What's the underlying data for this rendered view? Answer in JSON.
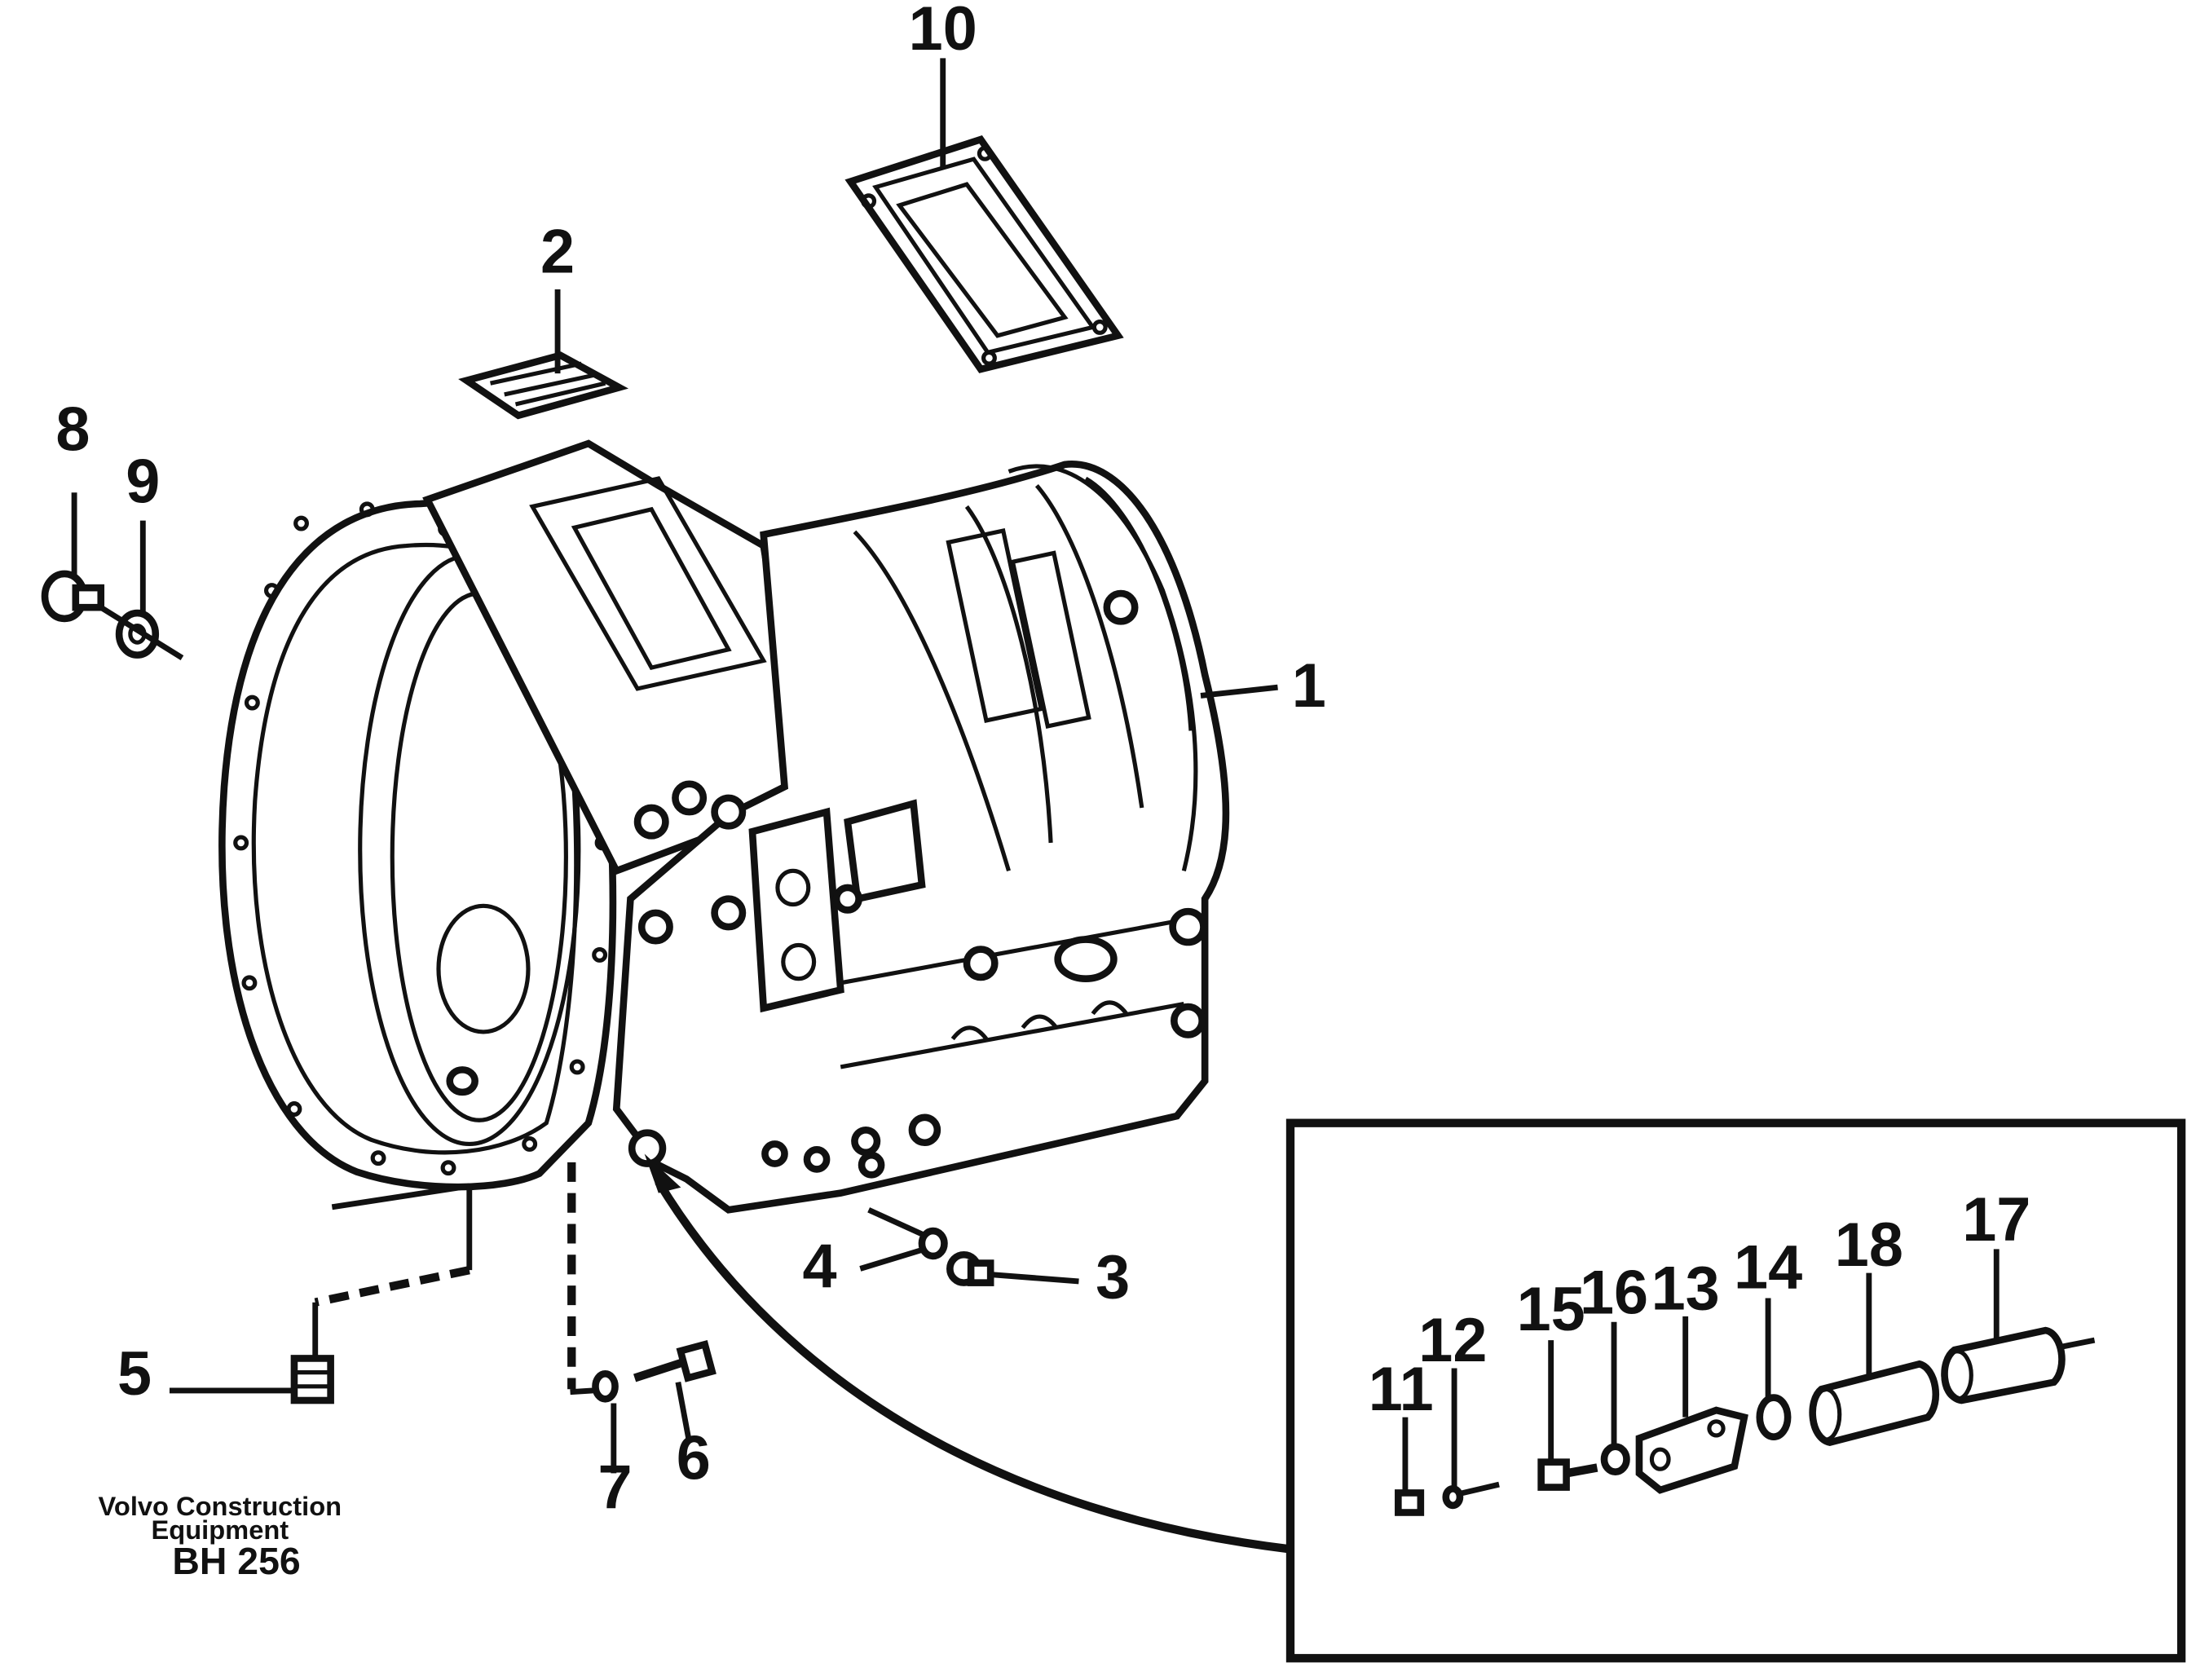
{
  "callouts": {
    "c1": "1",
    "c2": "2",
    "c3": "3",
    "c4": "4",
    "c5": "5",
    "c6": "6",
    "c7": "7",
    "c8": "8",
    "c9": "9",
    "c10": "10",
    "c11": "11",
    "c12": "12",
    "c13": "13",
    "c14": "14",
    "c15": "15",
    "c16": "16",
    "c17": "17",
    "c18": "18"
  },
  "caption": {
    "line1": "Volvo Construction",
    "line2": "Equipment",
    "code": "BH 256"
  }
}
